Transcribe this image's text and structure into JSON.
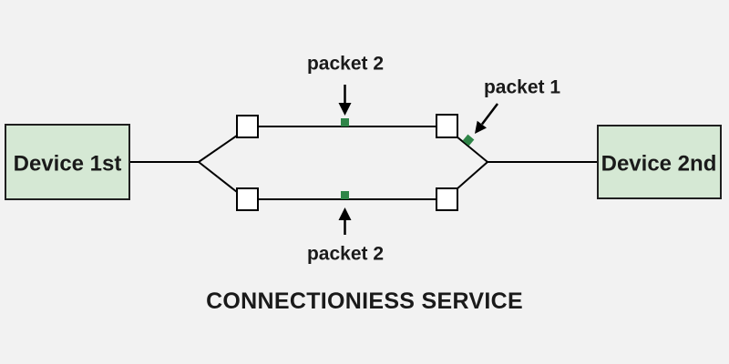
{
  "title": "CONNECTIONIESS SERVICE",
  "devices": {
    "left": {
      "label": "Device 1st"
    },
    "right": {
      "label": "Device 2nd"
    }
  },
  "packet_labels": {
    "top": "packet 2",
    "right": "packet 1",
    "bottom": "packet 2"
  },
  "colors": {
    "background": "#f2f2f2",
    "device_fill": "#d5e8d4",
    "device_border": "#1f1f1f",
    "node_fill": "#ffffff",
    "packet": "#2f8548",
    "line": "#000000",
    "text": "#1a1a1a"
  }
}
